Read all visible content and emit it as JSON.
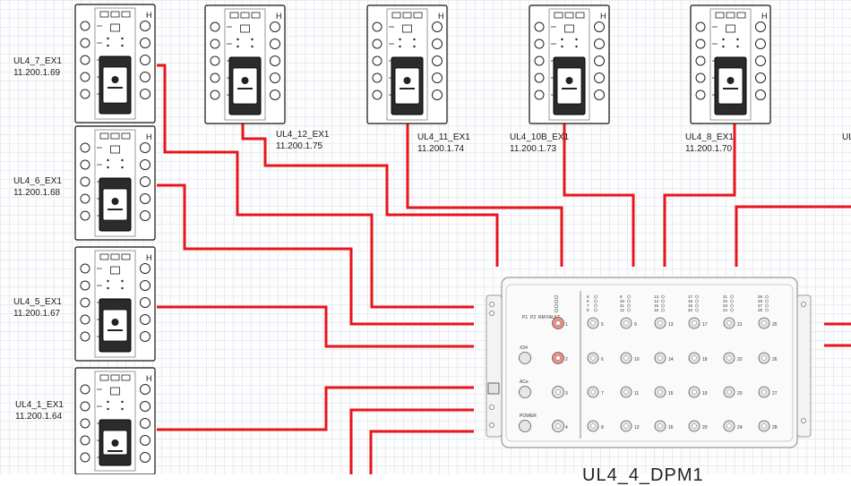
{
  "devices": [
    {
      "id": "ul4-7",
      "name": "UL4_7_EX1",
      "ip": "11.200.1.69"
    },
    {
      "id": "ul4-6",
      "name": "UL4_6_EX1",
      "ip": "11.200.1.68"
    },
    {
      "id": "ul4-5",
      "name": "UL4_5_EX1",
      "ip": "11.200.1.67"
    },
    {
      "id": "ul4-1",
      "name": "UL4_1_EX1",
      "ip": "11.200.1.64"
    },
    {
      "id": "ul4-12",
      "name": "UL4_12_EX1",
      "ip": "11.200.1.75"
    },
    {
      "id": "ul4-11",
      "name": "UL4_11_EX1",
      "ip": "11.200.1.74"
    },
    {
      "id": "ul4-10b",
      "name": "UL4_10B_EX1",
      "ip": "11.200.1.73"
    },
    {
      "id": "ul4-8",
      "name": "UL4_8_EX1",
      "ip": "11.200.1.70"
    },
    {
      "id": "ul4-cut",
      "name": "UL",
      "ip": ""
    }
  ],
  "dpm": {
    "title": "UL4_4_DPM1",
    "status_leds": [
      "P1",
      "P2",
      "RM",
      "FAULT"
    ],
    "port_labels": [
      "X24",
      "ACe",
      "POWER"
    ],
    "port_numbers": [
      [
        "1",
        "5",
        "9",
        "13",
        "17",
        "21",
        "25"
      ],
      [
        "2",
        "6",
        "10",
        "14",
        "18",
        "22",
        "26"
      ],
      [
        "3",
        "7",
        "11",
        "15",
        "19",
        "23",
        "27"
      ],
      [
        "4",
        "8",
        "12",
        "16",
        "20",
        "24",
        "28"
      ]
    ],
    "led_numbers": [
      [
        "5",
        "6",
        "7",
        "8"
      ],
      [
        "9",
        "10",
        "11",
        "12"
      ],
      [
        "13",
        "14",
        "15",
        "16"
      ],
      [
        "17",
        "18",
        "19",
        "20"
      ],
      [
        "21",
        "22",
        "23",
        "24"
      ],
      [
        "25",
        "26",
        "27",
        "28"
      ]
    ]
  },
  "colors": {
    "cable": "#e8151b",
    "outline": "#111111",
    "dpm_outline": "#9a9a9a",
    "alarm_port": "#f08f86"
  }
}
